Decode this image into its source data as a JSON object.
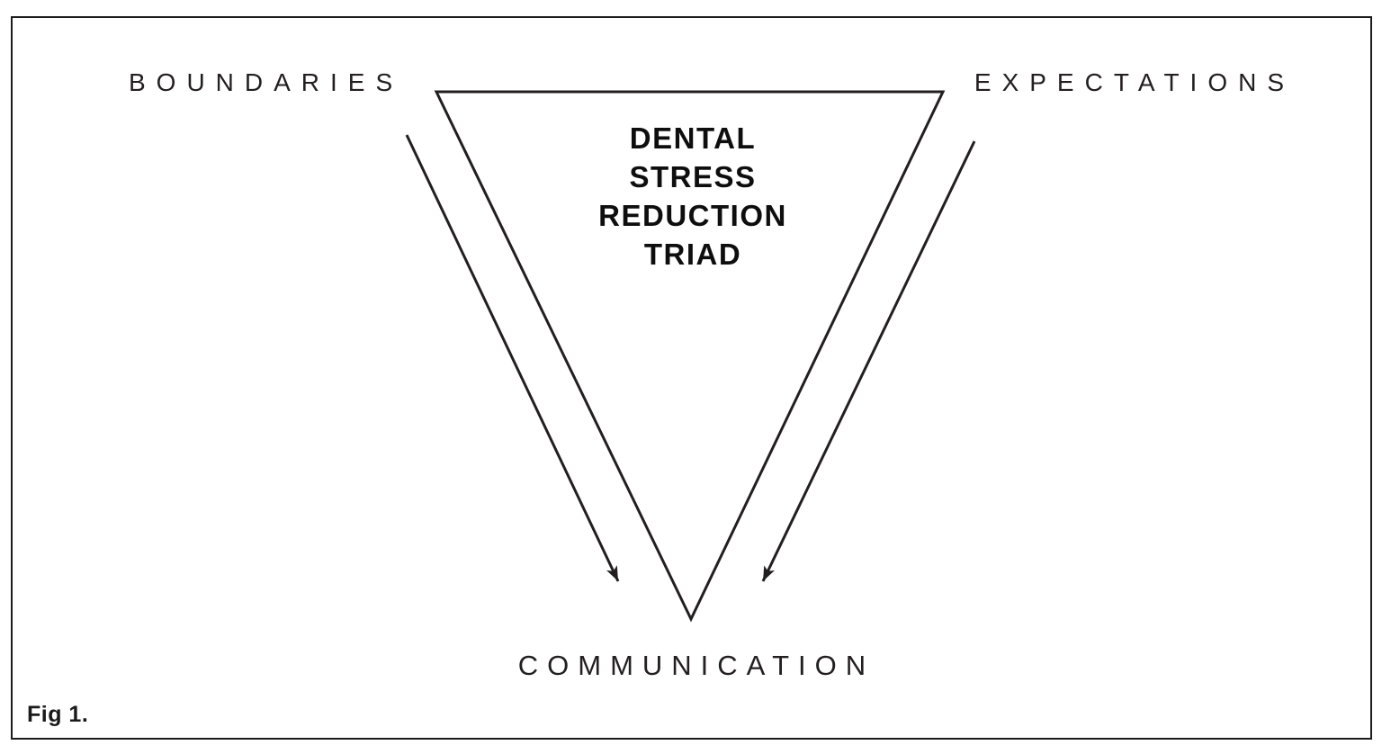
{
  "figure": {
    "caption": "Fig 1.",
    "labels": {
      "top_left": "BOUNDARIES",
      "top_right": "EXPECTATIONS",
      "bottom": "COMMUNICATION"
    },
    "title_lines": [
      "DENTAL",
      "STRESS",
      "REDUCTION",
      "TRIAD"
    ],
    "colors": {
      "line": "#231f20",
      "text": "#231f20",
      "frame": "#1c1c1c",
      "background": "#ffffff"
    }
  }
}
